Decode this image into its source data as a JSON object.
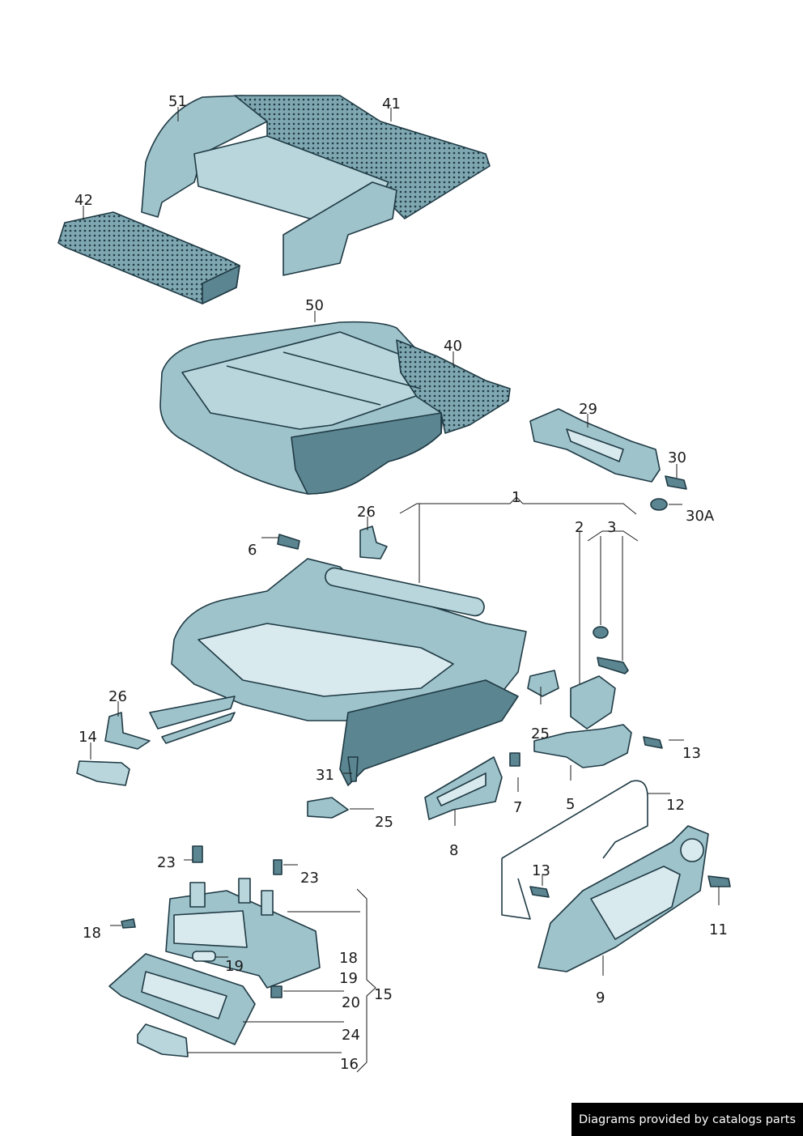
{
  "credit": "Diagrams provided by catalogs parts",
  "callouts": {
    "c51": "51",
    "c41": "41",
    "c42": "42",
    "c50": "50",
    "c40": "40",
    "c29": "29",
    "c30": "30",
    "c30A": "30A",
    "c1": "1",
    "c26a": "26",
    "c6": "6",
    "c2": "2",
    "c3": "3",
    "c26b": "26",
    "c14": "14",
    "c25a": "25",
    "c13a": "13",
    "c31": "31",
    "c7": "7",
    "c5": "5",
    "c12": "12",
    "c25b": "25",
    "c8": "8",
    "c23a": "23",
    "c23b": "23",
    "c13b": "13",
    "c11": "11",
    "c18a": "18",
    "c19a": "19",
    "c18b": "18",
    "c19b": "19",
    "c20": "20",
    "c15": "15",
    "c24": "24",
    "c16": "16",
    "c9": "9"
  }
}
